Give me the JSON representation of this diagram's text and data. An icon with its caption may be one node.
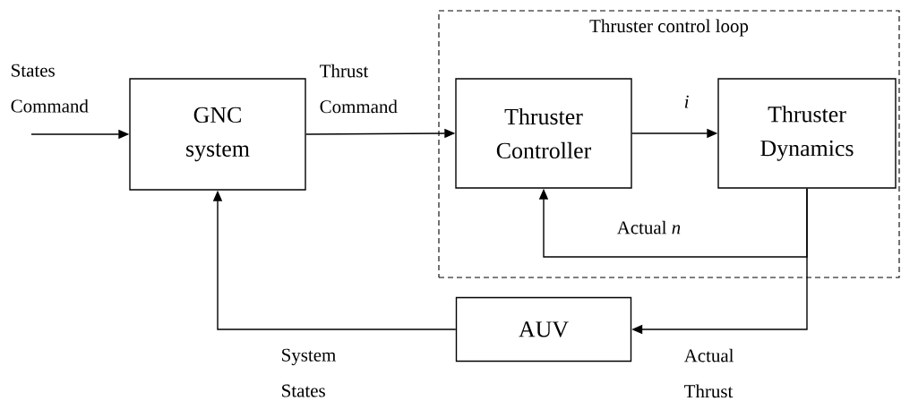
{
  "diagram": {
    "nodes": [
      {
        "text": [
          "GNC system"
        ]
      },
      {
        "text": [
          "Thruster control loop"
        ]
      },
      {
        "text": [
          "Thruster Controller"
        ],
        "in": 1
      },
      {
        "text": [
          "Thruster Dynamics"
        ],
        "in": 1
      },
      {
        "text": [
          "AUV"
        ]
      }
    ],
    "edges": [
      {
        "from": null,
        "to": 0,
        "arrow": "to",
        "label": "States Command"
      },
      {
        "from": 0,
        "to": 2,
        "arrow": "to",
        "label": "Thrust Command"
      },
      {
        "from": 2,
        "to": 3,
        "arrow": "to",
        "label": "*i*"
      },
      {
        "from": 3,
        "to": 2,
        "arrow": "to",
        "label": "Actual *n*"
      },
      {
        "from": 3,
        "to": 4,
        "arrow": "to",
        "label": "Actual Thrust"
      },
      {
        "from": 4,
        "to": 0,
        "arrow": "to",
        "label": "System States"
      }
    ]
  }
}
